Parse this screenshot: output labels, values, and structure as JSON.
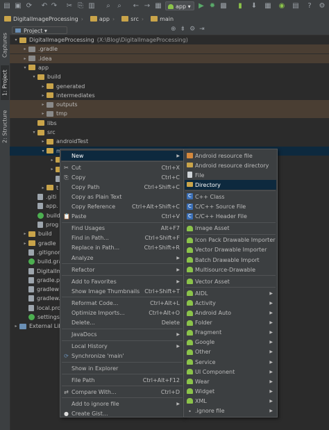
{
  "navbar": {
    "crumbs": [
      "DigitalImageProcessing",
      "app",
      "src",
      "main"
    ],
    "run_config": "app"
  },
  "panel": {
    "selector": "Project"
  },
  "left_tabs": [
    "Captures",
    "1: Project",
    "2: Structure"
  ],
  "tree": [
    {
      "label": "DigitalImageProcessing",
      "path": "(X:\\Blog\\DigitalImageProcessing)",
      "indent": 0,
      "arrow": "▾",
      "icon": "folder",
      "state": "normal"
    },
    {
      "label": ".gradle",
      "indent": 1,
      "arrow": "▸",
      "icon": "folder",
      "state": "hl"
    },
    {
      "label": ".idea",
      "indent": 1,
      "arrow": "▸",
      "icon": "folder",
      "state": "hl"
    },
    {
      "label": "app",
      "indent": 1,
      "arrow": "▾",
      "icon": "folder",
      "state": "normal"
    },
    {
      "label": "build",
      "indent": 2,
      "arrow": "▾",
      "icon": "folder",
      "state": "normal"
    },
    {
      "label": "generated",
      "indent": 3,
      "arrow": "▸",
      "icon": "folder",
      "state": "normal"
    },
    {
      "label": "intermediates",
      "indent": 3,
      "arrow": "▸",
      "icon": "folder",
      "state": "normal"
    },
    {
      "label": "outputs",
      "indent": 3,
      "arrow": "▸",
      "icon": "folder",
      "state": "hl"
    },
    {
      "label": "tmp",
      "indent": 3,
      "arrow": "▸",
      "icon": "folder",
      "state": "hl"
    },
    {
      "label": "libs",
      "indent": 2,
      "arrow": "",
      "icon": "folder",
      "state": "normal"
    },
    {
      "label": "src",
      "indent": 2,
      "arrow": "▾",
      "icon": "folder",
      "state": "normal"
    },
    {
      "label": "androidTest",
      "indent": 3,
      "arrow": "▸",
      "icon": "folder",
      "state": "normal"
    },
    {
      "label": "m",
      "indent": 3,
      "arrow": "▾",
      "icon": "folder",
      "state": "sel"
    },
    {
      "label": "",
      "indent": 4,
      "arrow": "▸",
      "icon": "folder",
      "state": "normal"
    },
    {
      "label": "",
      "indent": 4,
      "arrow": "▸",
      "icon": "folder",
      "state": "normal"
    },
    {
      "label": "",
      "indent": 4,
      "arrow": "",
      "icon": "file",
      "state": "normal"
    },
    {
      "label": "t",
      "indent": 3,
      "arrow": "▸",
      "icon": "folder",
      "state": "normal"
    },
    {
      "label": ".giti",
      "indent": 2,
      "arrow": "",
      "icon": "file",
      "state": "normal"
    },
    {
      "label": "app.",
      "indent": 2,
      "arrow": "",
      "icon": "file",
      "state": "normal"
    },
    {
      "label": "build",
      "indent": 2,
      "arrow": "",
      "icon": "gradle",
      "state": "normal"
    },
    {
      "label": "prog",
      "indent": 2,
      "arrow": "",
      "icon": "file",
      "state": "normal"
    },
    {
      "label": "build",
      "indent": 1,
      "arrow": "▸",
      "icon": "folder",
      "state": "normal"
    },
    {
      "label": "gradle",
      "indent": 1,
      "arrow": "▸",
      "icon": "folder",
      "state": "normal"
    },
    {
      "label": ".gitignore",
      "indent": 1,
      "arrow": "",
      "icon": "file",
      "state": "normal"
    },
    {
      "label": "build.gra",
      "indent": 1,
      "arrow": "",
      "icon": "gradle",
      "state": "normal"
    },
    {
      "label": "DigitalIm",
      "indent": 1,
      "arrow": "",
      "icon": "file",
      "state": "normal"
    },
    {
      "label": "gradle.pr",
      "indent": 1,
      "arrow": "",
      "icon": "file",
      "state": "normal"
    },
    {
      "label": "gradlew",
      "indent": 1,
      "arrow": "",
      "icon": "file",
      "state": "normal"
    },
    {
      "label": "gradlew.",
      "indent": 1,
      "arrow": "",
      "icon": "file",
      "state": "normal"
    },
    {
      "label": "local.pro",
      "indent": 1,
      "arrow": "",
      "icon": "file",
      "state": "normal"
    },
    {
      "label": "settings.",
      "indent": 1,
      "arrow": "",
      "icon": "gradle",
      "state": "normal"
    },
    {
      "label": "External Libr",
      "indent": 0,
      "arrow": "▸",
      "icon": "lib",
      "state": "normal"
    }
  ],
  "context_menu": [
    {
      "label": "New",
      "shortcut": "",
      "sub": true,
      "sel": true,
      "icon": ""
    },
    {
      "sep": true
    },
    {
      "label": "Cut",
      "shortcut": "Ctrl+X",
      "icon": "✂"
    },
    {
      "label": "Copy",
      "shortcut": "Ctrl+C",
      "icon": "⎘"
    },
    {
      "label": "Copy Path",
      "shortcut": "Ctrl+Shift+C",
      "icon": ""
    },
    {
      "label": "Copy as Plain Text",
      "shortcut": "",
      "icon": ""
    },
    {
      "label": "Copy Reference",
      "shortcut": "Ctrl+Alt+Shift+C",
      "icon": ""
    },
    {
      "label": "Paste",
      "shortcut": "Ctrl+V",
      "icon": "📋"
    },
    {
      "sep": true
    },
    {
      "label": "Find Usages",
      "shortcut": "Alt+F7",
      "icon": ""
    },
    {
      "label": "Find in Path...",
      "shortcut": "Ctrl+Shift+F",
      "icon": ""
    },
    {
      "label": "Replace in Path...",
      "shortcut": "Ctrl+Shift+R",
      "icon": ""
    },
    {
      "label": "Analyze",
      "shortcut": "",
      "sub": true,
      "icon": ""
    },
    {
      "sep": true
    },
    {
      "label": "Refactor",
      "shortcut": "",
      "sub": true,
      "icon": ""
    },
    {
      "sep": true
    },
    {
      "label": "Add to Favorites",
      "shortcut": "",
      "sub": true,
      "icon": ""
    },
    {
      "label": "Show Image Thumbnails",
      "shortcut": "Ctrl+Shift+T",
      "icon": ""
    },
    {
      "sep": true
    },
    {
      "label": "Reformat Code...",
      "shortcut": "Ctrl+Alt+L",
      "icon": ""
    },
    {
      "label": "Optimize Imports...",
      "shortcut": "Ctrl+Alt+O",
      "icon": ""
    },
    {
      "label": "Delete...",
      "shortcut": "Delete",
      "icon": ""
    },
    {
      "sep": true
    },
    {
      "label": "JavaDocs",
      "shortcut": "",
      "sub": true,
      "icon": ""
    },
    {
      "sep": true
    },
    {
      "label": "Local History",
      "shortcut": "",
      "sub": true,
      "icon": ""
    },
    {
      "label": "Synchronize 'main'",
      "shortcut": "",
      "icon": "⟳"
    },
    {
      "sep": true
    },
    {
      "label": "Show in Explorer",
      "shortcut": "",
      "icon": ""
    },
    {
      "sep": true
    },
    {
      "label": "File Path",
      "shortcut": "Ctrl+Alt+F12",
      "icon": ""
    },
    {
      "sep": true
    },
    {
      "label": "Compare With...",
      "shortcut": "Ctrl+D",
      "icon": "⇄"
    },
    {
      "sep": true
    },
    {
      "label": "Add to ignore file",
      "shortcut": "",
      "sub": true,
      "icon": ""
    },
    {
      "label": "Create Gist...",
      "shortcut": "",
      "icon": "●"
    }
  ],
  "new_submenu": [
    {
      "label": "Android resource file",
      "icon": "res",
      "sub": false
    },
    {
      "label": "Android resource directory",
      "icon": "folder",
      "sub": false
    },
    {
      "label": "File",
      "icon": "file",
      "sub": false
    },
    {
      "label": "Directory",
      "icon": "folder",
      "sub": false,
      "sel": true
    },
    {
      "sep": true
    },
    {
      "label": "C++ Class",
      "icon": "c",
      "sub": false
    },
    {
      "label": "C/C++ Source File",
      "icon": "c",
      "sub": false
    },
    {
      "label": "C/C++ Header File",
      "icon": "c",
      "sub": false
    },
    {
      "sep": true
    },
    {
      "label": "Image Asset",
      "icon": "android",
      "sub": false
    },
    {
      "sep": true
    },
    {
      "label": "Icon Pack Drawable Importer",
      "icon": "android",
      "sub": false
    },
    {
      "label": "Vector Drawable Importer",
      "icon": "android",
      "sub": false
    },
    {
      "label": "Batch Drawable Import",
      "icon": "android",
      "sub": false
    },
    {
      "label": "Multisource-Drawable",
      "icon": "android",
      "sub": false
    },
    {
      "sep": true
    },
    {
      "label": "Vector Asset",
      "icon": "android",
      "sub": false
    },
    {
      "sep": true
    },
    {
      "label": "AIDL",
      "icon": "android",
      "sub": true
    },
    {
      "label": "Activity",
      "icon": "android",
      "sub": true
    },
    {
      "label": "Android Auto",
      "icon": "android",
      "sub": true
    },
    {
      "label": "Folder",
      "icon": "android",
      "sub": true
    },
    {
      "label": "Fragment",
      "icon": "android",
      "sub": true
    },
    {
      "label": "Google",
      "icon": "android",
      "sub": true
    },
    {
      "label": "Other",
      "icon": "android",
      "sub": true
    },
    {
      "label": "Service",
      "icon": "android",
      "sub": true
    },
    {
      "label": "UI Component",
      "icon": "android",
      "sub": true
    },
    {
      "label": "Wear",
      "icon": "android",
      "sub": true
    },
    {
      "label": "Widget",
      "icon": "android",
      "sub": true
    },
    {
      "label": "XML",
      "icon": "android",
      "sub": true
    },
    {
      "label": ".ignore file",
      "icon": "ignore",
      "sub": true
    }
  ]
}
